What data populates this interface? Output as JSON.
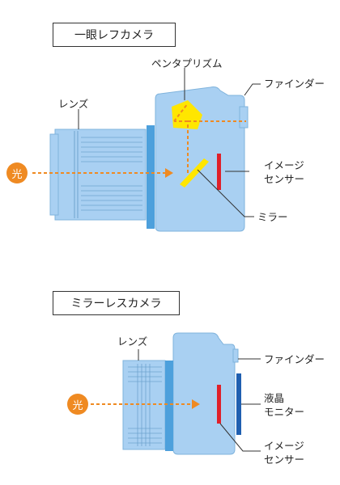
{
  "dslr": {
    "title": "一眼レフカメラ",
    "labels": {
      "pentaprism": "ペンタプリズム",
      "lens": "レンズ",
      "finder": "ファインダー",
      "light": "光",
      "sensor_line1": "イメージ",
      "sensor_line2": "センサー",
      "mirror": "ミラー"
    }
  },
  "mirrorless": {
    "title": "ミラーレスカメラ",
    "labels": {
      "lens": "レンズ",
      "finder": "ファインダー",
      "light": "光",
      "monitor_line1": "液晶",
      "monitor_line2": "モニター",
      "sensor_line1": "イメージ",
      "sensor_line2": "センサー"
    }
  },
  "colors": {
    "body": "#a9d0f2",
    "body_outline": "#7fb3dc",
    "lens": "#a9d0f2",
    "lens_lines": "#6fa4cf",
    "mount": "#4da0dc",
    "light_path": "#ef8a22",
    "prism": "#ffe600",
    "sensor": "#e0202a",
    "monitor": "#1f5fb0"
  }
}
